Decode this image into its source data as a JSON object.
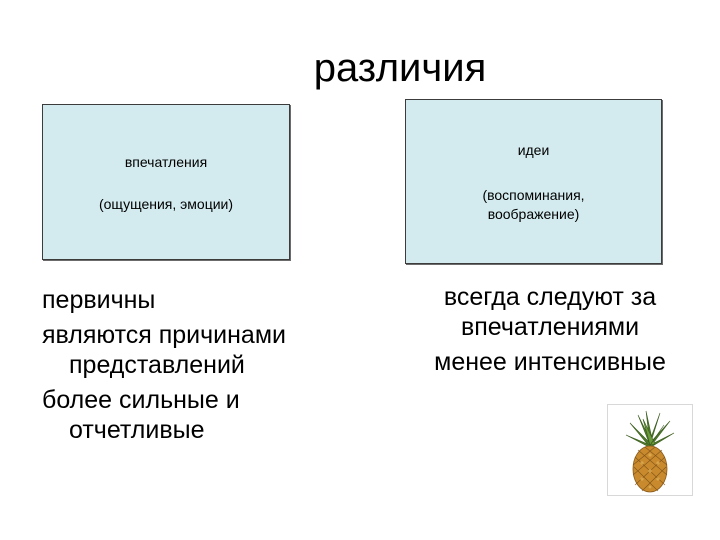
{
  "title": "различия",
  "left_box": {
    "heading": "впечатления",
    "subtext": "(ощущения, эмоции)"
  },
  "right_box": {
    "heading": "идеи",
    "subtext_line1": "(воспоминания,",
    "subtext_line2": "воображение)"
  },
  "left_list": {
    "item1": "первичны",
    "item2_line1": "являются причинами",
    "item2_line2": "представлений",
    "item3_line1": "более сильные и",
    "item3_line2": "отчетливые"
  },
  "right_list": {
    "item1_line1": "всегда следуют за",
    "item1_line2": "впечатлениями",
    "item2": "менее интенсивные"
  },
  "colors": {
    "box_fill": "#d3ebee",
    "box_border": "#3c3c3c",
    "text": "#000000"
  },
  "image": {
    "icon": "pineapple-image"
  }
}
